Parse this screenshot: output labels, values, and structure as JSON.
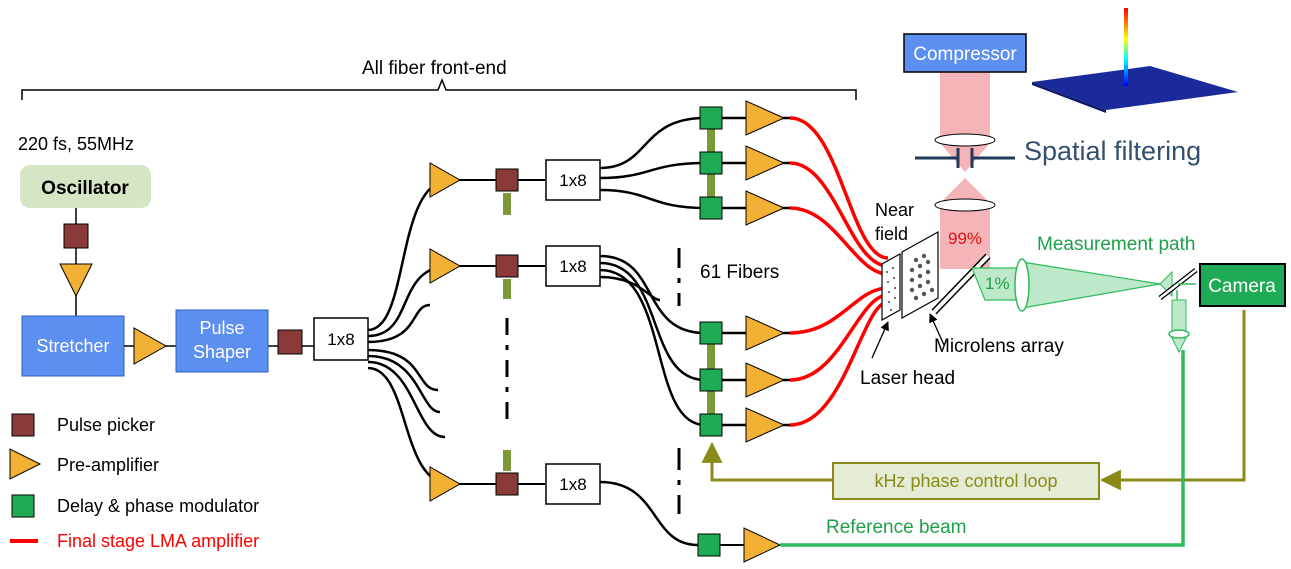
{
  "header": {
    "front_end_label": "All fiber front-end",
    "source_spec": "220 fs, 55MHz"
  },
  "blocks": {
    "oscillator": "Oscillator",
    "stretcher": "Stretcher",
    "pulse_shaper_line1": "Pulse",
    "pulse_shaper_line2": "Shaper",
    "splitter": "1x8",
    "compressor": "Compressor",
    "camera": "Camera",
    "phase_loop": "kHz phase control loop"
  },
  "annotations": {
    "spatial_filtering": "Spatial filtering",
    "fibers_count": "61 Fibers",
    "near_field_line1": "Near",
    "near_field_line2": "field",
    "pct_99": "99%",
    "pct_1": "1%",
    "measurement_path": "Measurement path",
    "microlens_array": "Microlens array",
    "laser_head": "Laser head",
    "reference_beam": "Reference beam"
  },
  "legend": {
    "pulse_picker": "Pulse picker",
    "pre_amplifier": "Pre-amplifier",
    "delay_phase": "Delay & phase modulator",
    "final_stage": "Final stage LMA amplifier"
  },
  "colors": {
    "blue_block": "#5b8ff0",
    "oscillator_fill": "#d6e6c4",
    "picker": "#8b3a3a",
    "amplifier": "#f2b134",
    "modulator": "#1faa55",
    "final_amp": "#ff0000",
    "measurement": "#2ebb5c",
    "loop": "#8a8a18",
    "beam_pink": "#f5b5b8"
  }
}
